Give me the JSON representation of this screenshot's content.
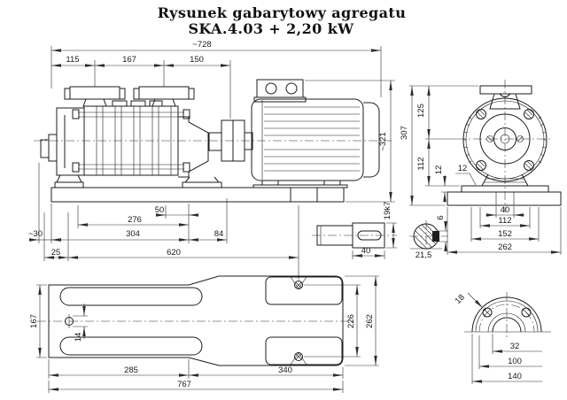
{
  "title": {
    "line1": "Rysunek gabarytowy agregatu",
    "line2": "SKA.4.03  +  2,20 kW"
  },
  "colors": {
    "line": "#1c1c1c",
    "dimension": "#2b2b2b",
    "background": "#ffffff"
  },
  "dimensions": {
    "overall_length": "~728",
    "flange1_offset": "115",
    "flange_spacing": "167",
    "flange_to_shaft_end": "150",
    "motor_height": "~321",
    "bearing_bolt_50": "50",
    "pump_length_276": "276",
    "overhang_30": "~30",
    "base_304": "304",
    "base_84": "84",
    "plate_offset_25": "25",
    "bolt_span_620": "620",
    "shaft_diameter": "19k7",
    "shaft_length_40": "40",
    "shaft_flat_21_5": "21,5",
    "keyway_width_6": "6",
    "front_total_height_307": "307",
    "front_flange_height_125": "125",
    "front_axis_height_112": "112",
    "front_step_12v": "12",
    "front_step_12h": "12",
    "front_bolt_40": "40",
    "front_bolt_112": "112",
    "front_foot_152": "152",
    "front_base_262": "262",
    "plate_width_167": "167",
    "plate_hole_14": "14",
    "plate_285": "285",
    "plate_340": "340",
    "plate_length_767": "767",
    "pad_span_226": "226",
    "plate_width_262": "262",
    "flange_bolt_dia_18": "18",
    "flange_bore_32": "32",
    "flange_bolt_circle_100": "100",
    "flange_outer_140": "140"
  }
}
